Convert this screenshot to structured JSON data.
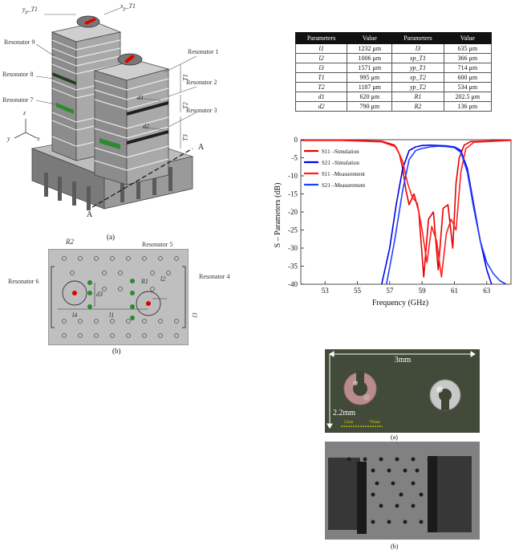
{
  "labels_a": {
    "yp_t1": "y",
    "yp_t1_sub": "p",
    "yp_t1_rest": "_T1",
    "xp_t1": "x",
    "xp_t1_sub": "p",
    "xp_t1_rest": "_T1",
    "resonator9": "Resonator 9",
    "resonator8": "Resonator 8",
    "resonator7": "Resonator 7",
    "resonator1": "Resonator 1",
    "resonator2": "Resonator 2",
    "resonator3": "Resonator 3",
    "t1": "T1",
    "t2": "T2",
    "t3": "T3",
    "d1": "d1",
    "d2": "d2",
    "a_right": "A",
    "a_left": "A",
    "axis_x": "x",
    "axis_y": "y",
    "axis_z": "z",
    "caption": "(a)"
  },
  "labels_b": {
    "r2": "R2",
    "resonator5": "Resonator 5",
    "resonator6": "Resonator 6",
    "resonator4": "Resonator 4",
    "r1": "R1",
    "d3": "d3",
    "l4": "l4",
    "l1": "l1",
    "l2": "l2",
    "l3": "l3",
    "caption": "(b)"
  },
  "table": {
    "headers": [
      "Parameters",
      "Value",
      "Parameters",
      "Value"
    ],
    "rows": [
      [
        "l1",
        "1232  μm",
        "l3",
        "635  μm"
      ],
      [
        "l2",
        "1006  μm",
        "xp_T1",
        "366  μm"
      ],
      [
        "l3",
        "1571  μm",
        "yp_T1",
        "714  μm"
      ],
      [
        "T1",
        "995  μm",
        "xp_T2",
        "600  μm"
      ],
      [
        "T2",
        "1187  μm",
        "yp_T2",
        "534  μm"
      ],
      [
        "d1",
        "620  μm",
        "R1",
        "202.5  μm"
      ],
      [
        "d2",
        "790  μm",
        "R2",
        "136  μm"
      ]
    ]
  },
  "chart_data": {
    "type": "line",
    "xlabel": "Frequency (GHz)",
    "ylabel": "S – Parameters (dB)",
    "xlim": [
      51.5,
      64.5
    ],
    "ylim": [
      -40,
      0
    ],
    "xticks": [
      53,
      55,
      57,
      59,
      61,
      63
    ],
    "yticks": [
      0,
      -5,
      -10,
      -15,
      -20,
      -25,
      -30,
      -35,
      -40
    ],
    "legend_position": "top-left",
    "series": [
      {
        "name": "S11 –Simulation",
        "color": "#e60000",
        "x": [
          51.5,
          54.0,
          56.5,
          57.3,
          57.6,
          57.8,
          58.0,
          58.2,
          58.5,
          58.8,
          59.1,
          59.4,
          59.7,
          60.0,
          60.3,
          60.6,
          60.9,
          61.1,
          61.3,
          61.6,
          62.0,
          64.5
        ],
        "y": [
          -0.1,
          -0.1,
          -0.4,
          -1.5,
          -4.0,
          -8.0,
          -14.0,
          -18.0,
          -15.0,
          -20.0,
          -38.0,
          -22.0,
          -20.0,
          -36.0,
          -19.0,
          -18.0,
          -30.0,
          -12.0,
          -5.0,
          -1.5,
          -0.5,
          -0.1
        ]
      },
      {
        "name": "S21 –Simulation",
        "color": "#0000e6",
        "x": [
          56.5,
          57.0,
          57.4,
          57.8,
          58.2,
          58.6,
          59.0,
          59.5,
          60.0,
          60.5,
          61.0,
          61.4,
          61.8,
          62.2,
          62.6,
          63.0,
          63.3
        ],
        "y": [
          -40.0,
          -30.0,
          -18.0,
          -8.0,
          -3.0,
          -2.0,
          -1.6,
          -1.5,
          -1.6,
          -1.7,
          -2.0,
          -3.0,
          -8.0,
          -18.0,
          -28.0,
          -36.0,
          -40.0
        ]
      },
      {
        "name": "S11 –Measurement",
        "color": "#ff2020",
        "x": [
          51.5,
          54.0,
          56.5,
          57.4,
          57.8,
          58.1,
          58.4,
          58.7,
          59.0,
          59.3,
          59.6,
          59.9,
          60.2,
          60.5,
          60.8,
          61.1,
          61.4,
          61.7,
          62.2,
          64.5
        ],
        "y": [
          -0.2,
          -0.2,
          -0.6,
          -2.0,
          -6.0,
          -12.0,
          -16.0,
          -17.5,
          -25.0,
          -34.0,
          -24.0,
          -28.0,
          -38.0,
          -26.0,
          -22.0,
          -25.0,
          -9.0,
          -2.5,
          -0.7,
          -0.2
        ]
      },
      {
        "name": "S21 –Measurement",
        "color": "#2040ff",
        "x": [
          56.8,
          57.3,
          57.8,
          58.2,
          58.6,
          59.0,
          59.5,
          60.0,
          60.5,
          61.0,
          61.4,
          61.8,
          62.2,
          62.6,
          63.0,
          63.4,
          63.8,
          64.2
        ],
        "y": [
          -40.0,
          -28.0,
          -14.0,
          -5.5,
          -3.0,
          -2.4,
          -2.0,
          -1.8,
          -1.9,
          -2.2,
          -3.5,
          -9.0,
          -19.0,
          -28.0,
          -34.0,
          -37.0,
          -39.0,
          -40.0
        ]
      }
    ]
  },
  "photo": {
    "dim_3mm": "3mm",
    "dim_22mm": "2.2mm",
    "scale_a": "53um",
    "scale_b": "793um",
    "caption_a": "(a)",
    "caption_b": "(b)"
  },
  "colors": {
    "sim_s11": "#e60000",
    "sim_s21": "#0000e6",
    "meas_s11": "#ff2020",
    "meas_s21": "#2040ff",
    "via_green": "#2d8a2d",
    "feed_red": "#e00000"
  }
}
